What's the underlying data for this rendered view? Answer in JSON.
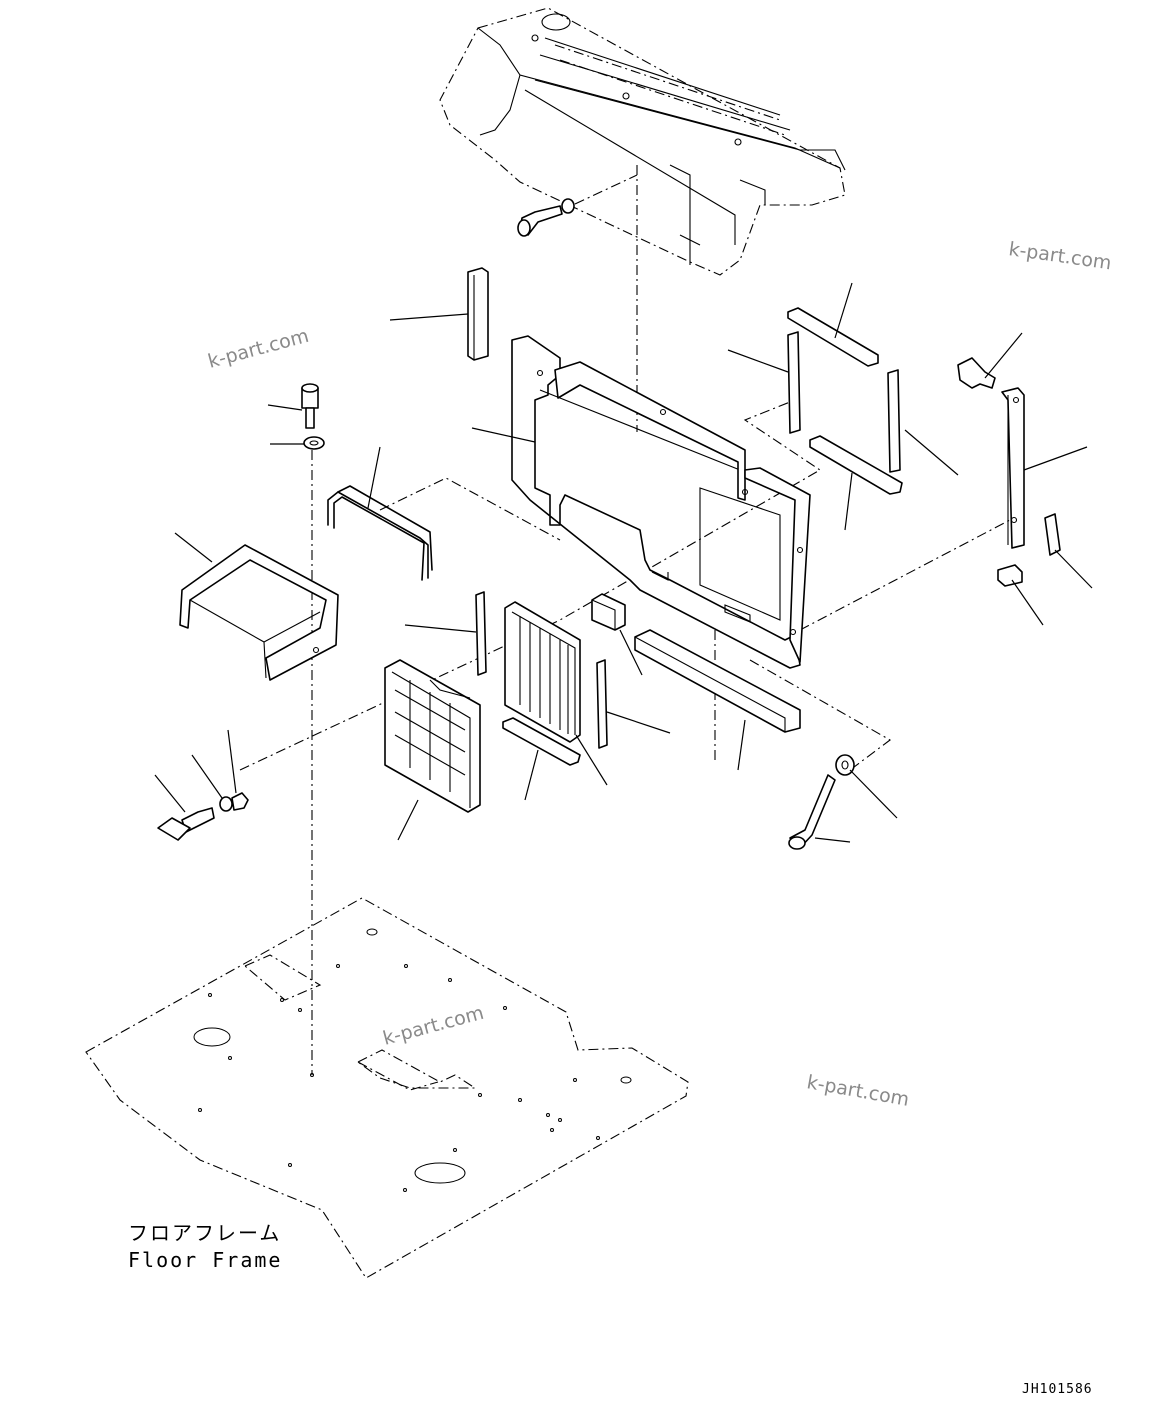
{
  "labels": {
    "floor_frame_jp": "フロアフレーム",
    "floor_frame_en": "Floor Frame",
    "drawing_code": "JH101586"
  },
  "watermarks": [
    "k-part.com",
    "k-part.com",
    "k-part.com",
    "k-part.com"
  ]
}
